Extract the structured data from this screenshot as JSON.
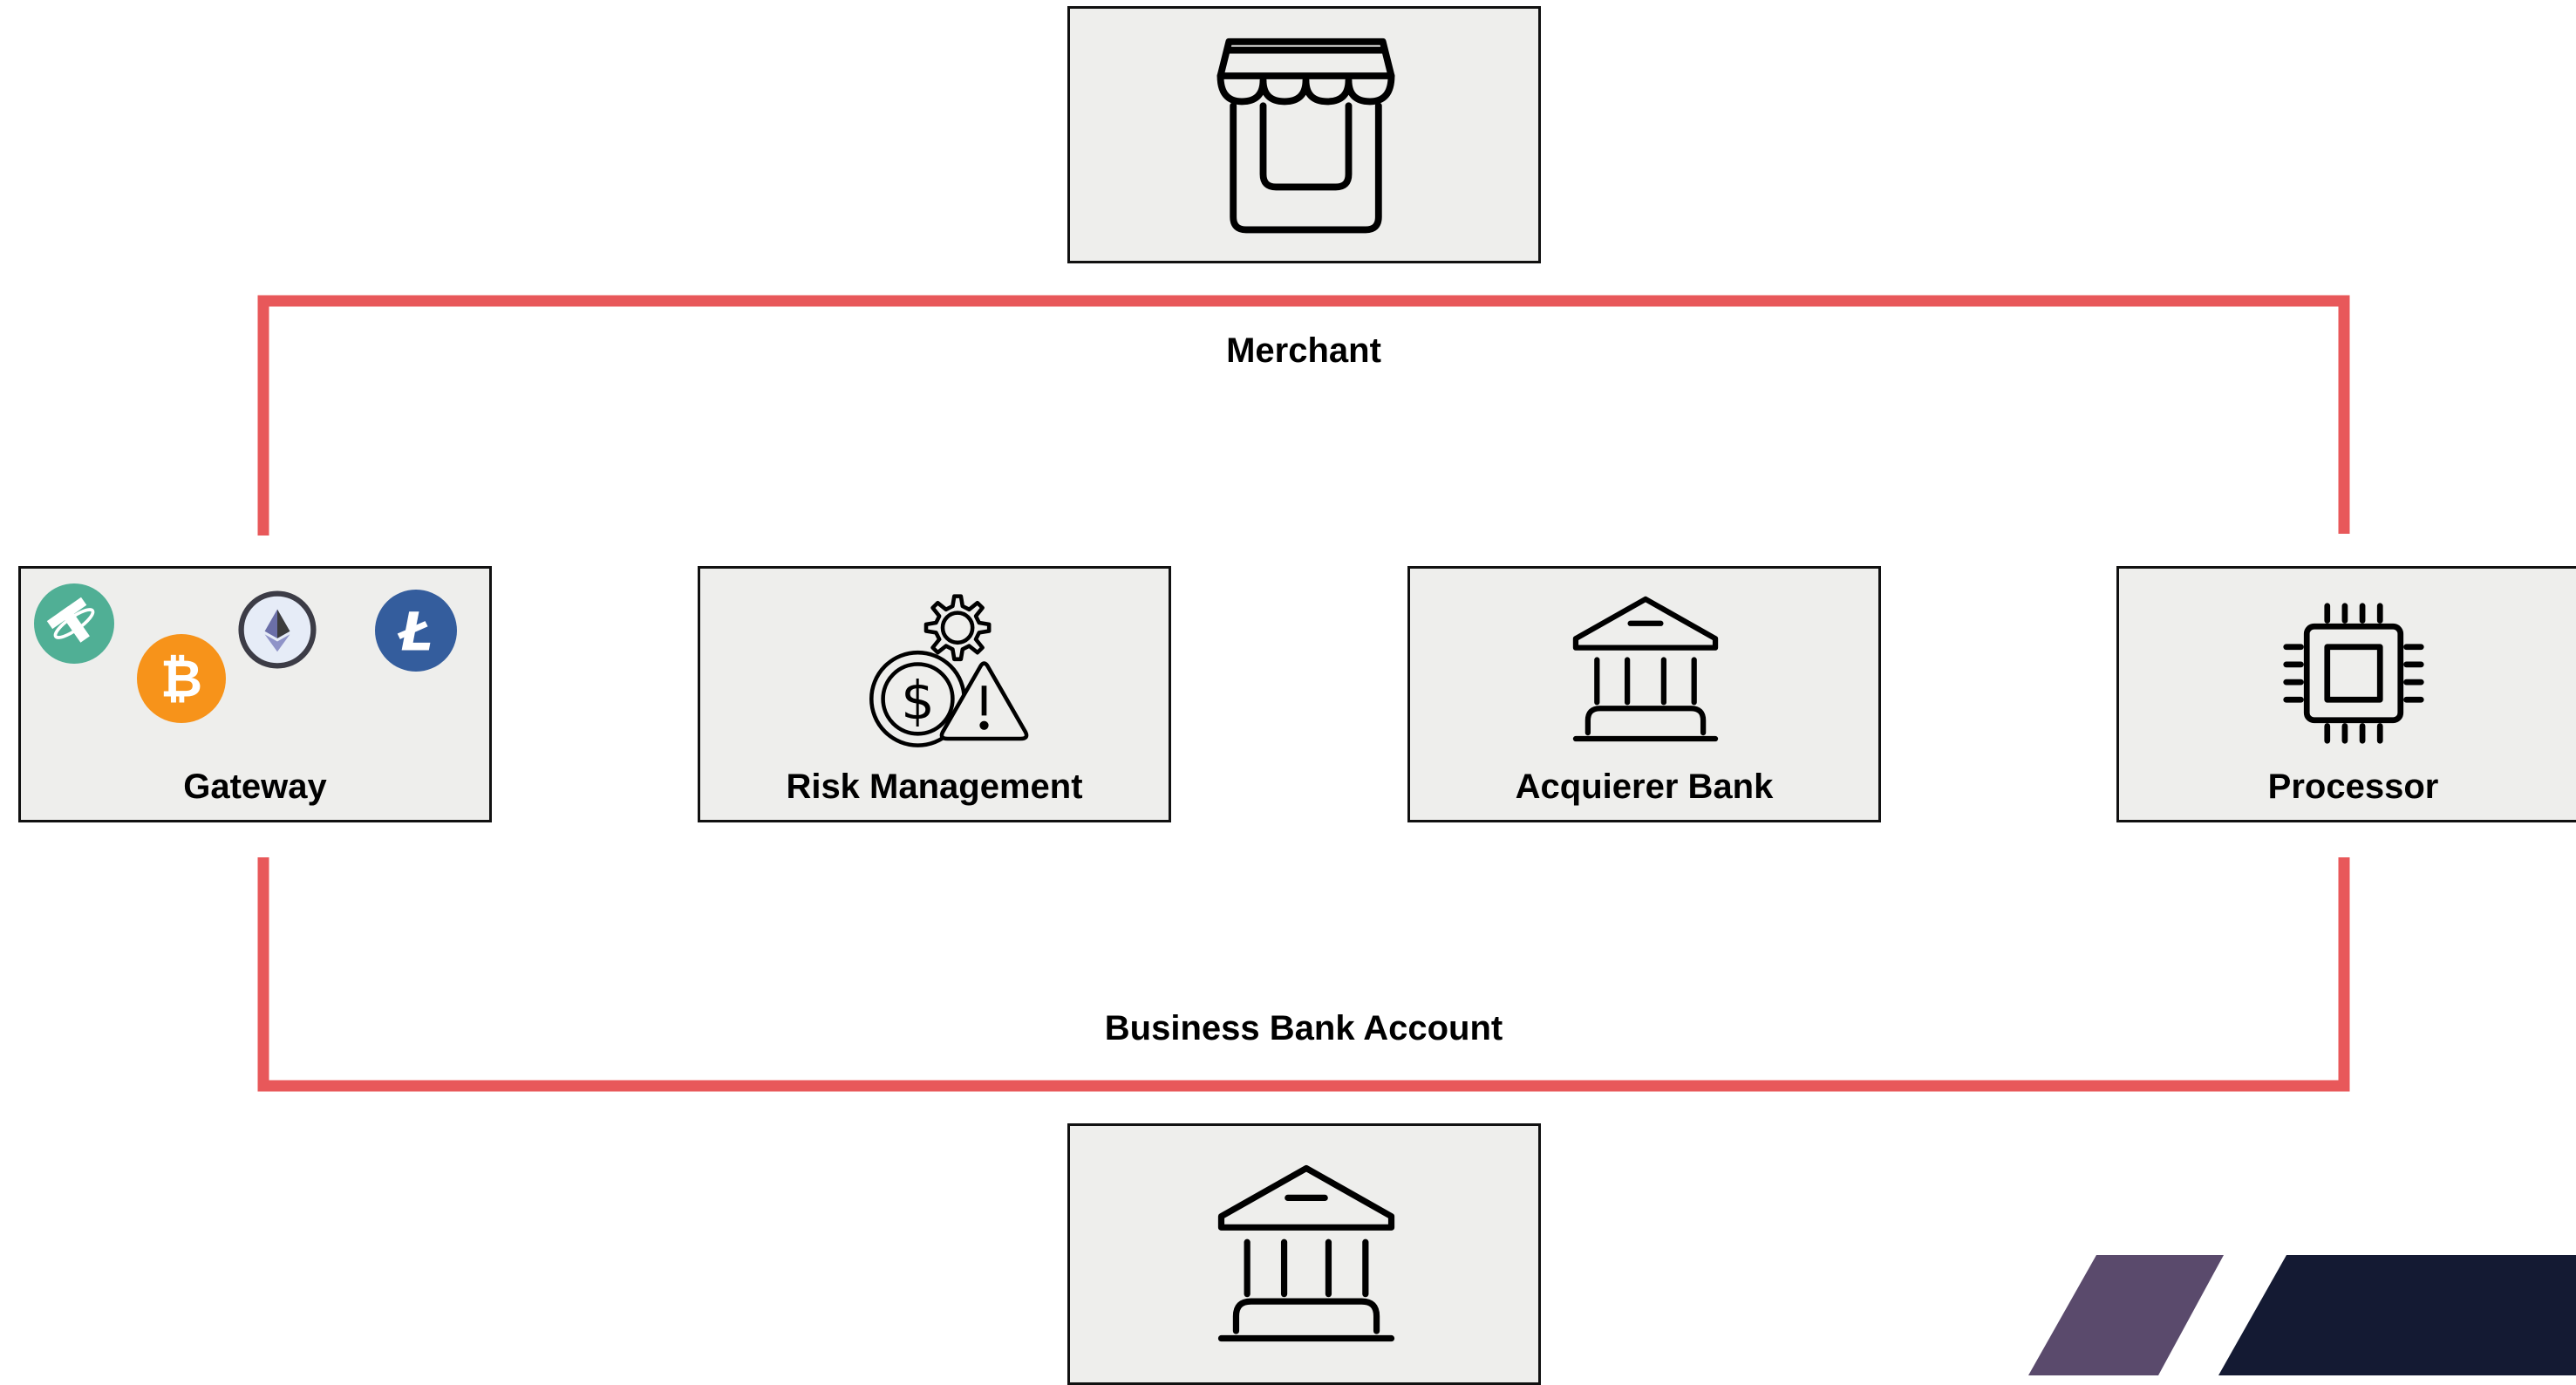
{
  "diagram": {
    "nodes": {
      "merchant_store": {
        "label": ""
      },
      "gateway": {
        "label": "Gateway"
      },
      "risk": {
        "label": "Risk Management"
      },
      "acquirer": {
        "label": "Acquierer Bank"
      },
      "processor": {
        "label": "Processor"
      },
      "bank_bottom": {
        "label": ""
      }
    },
    "connectors": {
      "top_label": "Merchant",
      "bottom_label": "Business Bank Account"
    },
    "crypto_icons": [
      {
        "name": "tether-icon",
        "color": "#50af95"
      },
      {
        "name": "bitcoin-icon",
        "color": "#f7931a"
      },
      {
        "name": "ethereum-icon",
        "color": "#3c3c3d"
      },
      {
        "name": "litecoin-icon",
        "color": "#345d9d"
      }
    ]
  },
  "colors": {
    "connector": "#e8585a",
    "node_fill": "#eeeeec",
    "corner_purple": "#5a4a6c",
    "corner_navy": "#141a33"
  }
}
